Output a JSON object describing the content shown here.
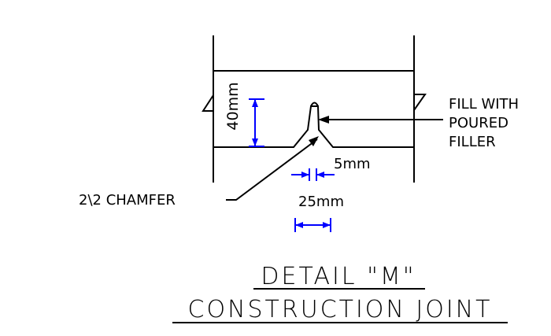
{
  "labels": {
    "fill_line1": "FILL WITH",
    "fill_line2": "POURED",
    "fill_line3": "FILLER",
    "chamfer": "2\\2 CHAMFER",
    "dim_depth": "40mm",
    "dim_gap": "5mm",
    "dim_width": "25mm"
  },
  "title": {
    "line1": "DETAIL \"M\"",
    "line2": "CONSTRUCTION JOINT"
  },
  "colors": {
    "linework": "#000000",
    "dimension": "#0000ff"
  }
}
